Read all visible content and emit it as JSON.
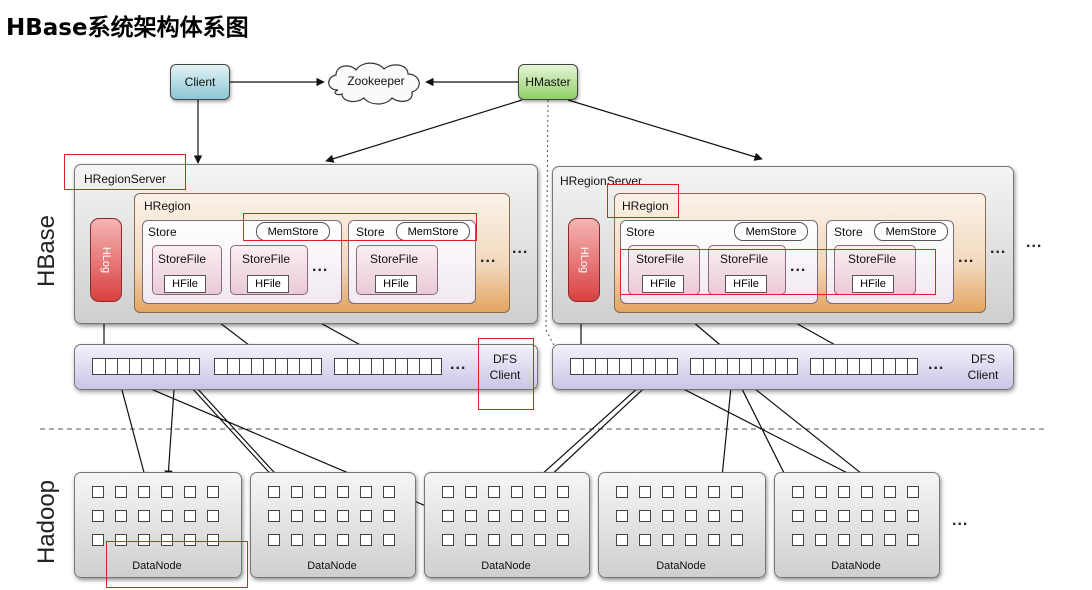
{
  "title": "HBase系统架构体系图",
  "labels": {
    "hbase": "HBase",
    "hadoop": "Hadoop"
  },
  "top": {
    "client": "Client",
    "zookeeper": "Zookeeper",
    "hmaster": "HMaster"
  },
  "region_server": {
    "label": "HRegionServer",
    "hregion": "HRegion",
    "hlog": "HLog",
    "store": "Store",
    "memstore": "MemStore",
    "storefile": "StoreFile",
    "hfile": "HFile"
  },
  "dfs_client": {
    "line1": "DFS",
    "line2": "Client"
  },
  "datanode": "DataNode",
  "ellipsis": "..."
}
